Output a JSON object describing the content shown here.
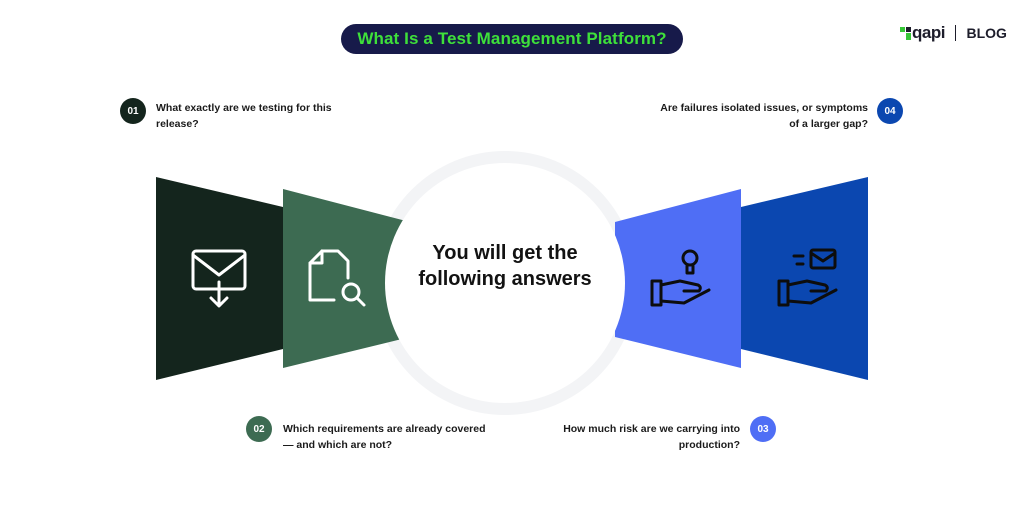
{
  "header": {
    "title": "What Is a Test Management Platform?",
    "brand_logo": "qapi",
    "brand_section": "BLOG"
  },
  "center": {
    "text": "You will get the following answers"
  },
  "items": [
    {
      "number": "01",
      "question": "What exactly are we testing for this release?",
      "color": "#14251d",
      "icon": "inbox-download-icon"
    },
    {
      "number": "02",
      "question": "Which requirements are already covered — and which are not?",
      "color": "#3d6b52",
      "icon": "document-search-icon"
    },
    {
      "number": "03",
      "question": "How much risk are we carrying into production?",
      "color": "#4f6ef5",
      "icon": "hand-lightbulb-icon"
    },
    {
      "number": "04",
      "question": "Are failures isolated issues, or symptoms of a larger gap?",
      "color": "#0b47b0",
      "icon": "hand-mail-icon"
    }
  ],
  "colors": {
    "title_bg": "#171a4a",
    "title_text": "#3ee03a",
    "brand_green": "#37c737"
  }
}
